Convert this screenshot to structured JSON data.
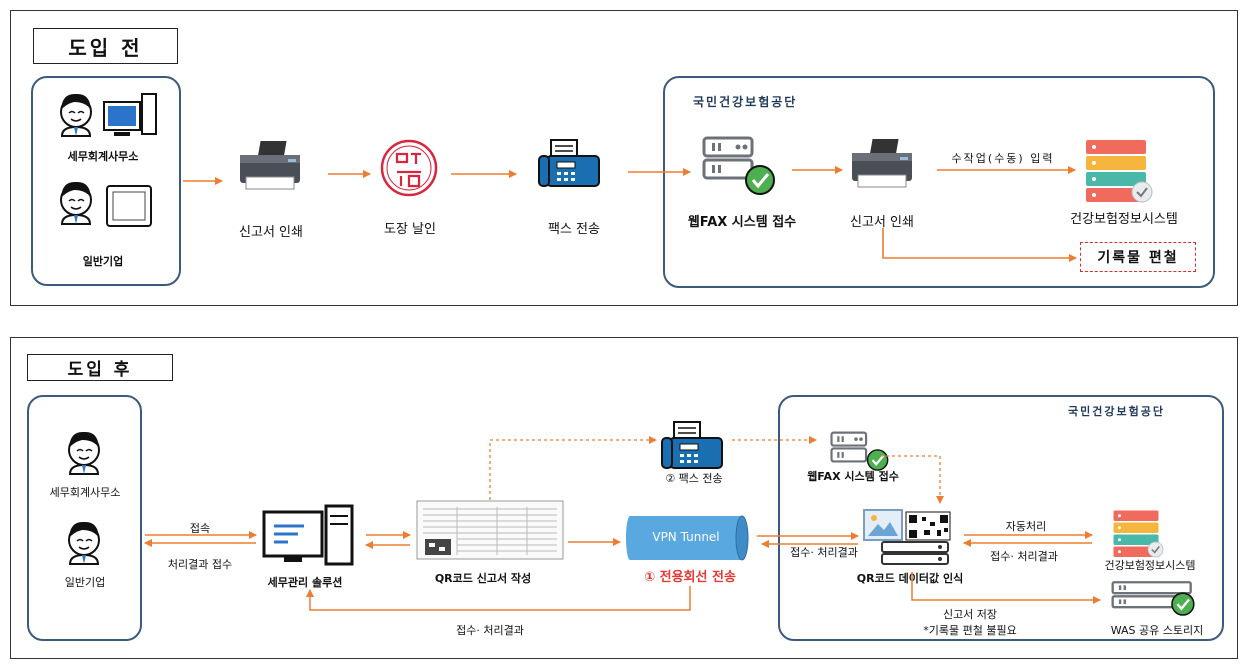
{
  "before": {
    "tag": "도입 전",
    "org": "국민건강보험공단",
    "tax_office": "세무회계사무소",
    "company": "일반기업",
    "print": "신고서 인쇄",
    "stamp": "도장 날인",
    "fax": "팩스 전송",
    "webfax": "웹FAX 시스템 접수",
    "print2": "신고서 인쇄",
    "manual": "수작업(수동) 입력",
    "system": "건강보험정보시스템",
    "binding": "기록물 편철"
  },
  "after": {
    "tag": "도입 후",
    "org": "국민건강보험공단",
    "tax_office": "세무회계사무소",
    "company": "일반기업",
    "connect": "접속",
    "result_receive": "처리결과 접수",
    "solution": "세무관리 솔루션",
    "qr_create": "QR코드 신고서 작성",
    "vpn": "VPN Tunnel",
    "leased_line": "① 전용회선 전송",
    "fax_send": "② 팩스 전송",
    "webfax": "웹FAX 시스템 접수",
    "qr_recognize": "QR코드 데이터값 인식",
    "receive_result_1": "접수· 처리결과",
    "auto": "자동처리",
    "receive_result_2": "접수· 처리결과",
    "system": "건강보험정보시스템",
    "save": "신고서 저장",
    "no_binding": "*기록물 편철 불필요",
    "was": "WAS 공유 스토리지",
    "bottom_result": "접수· 처리결과"
  },
  "colors": {
    "arrow": "#ed7d31",
    "group_border": "#3b5a7e",
    "printer": "#4a4f57",
    "fax": "#1a6fb3",
    "check": "#4caf50",
    "server": "#6d7278",
    "vpn": "#5aa8e0",
    "red": "#e53935"
  }
}
